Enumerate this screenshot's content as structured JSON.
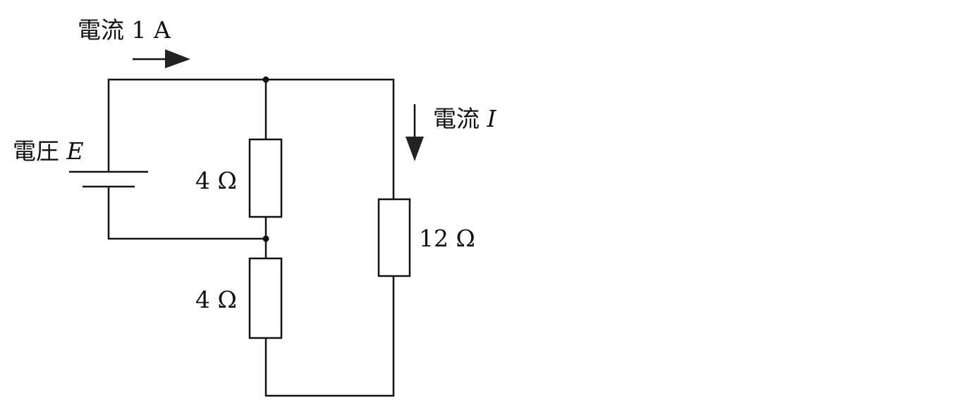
{
  "labels": {
    "current_total": {
      "prefix": "電流",
      "value": "1 A"
    },
    "current_branch": {
      "prefix": "電流",
      "symbol": "I"
    },
    "voltage": {
      "prefix": "電圧",
      "symbol": "E"
    },
    "resistor_upper": "4 Ω",
    "resistor_lower": "4 Ω",
    "resistor_right": "12 Ω"
  },
  "colors": {
    "line": "#111111",
    "background": "#ffffff"
  }
}
